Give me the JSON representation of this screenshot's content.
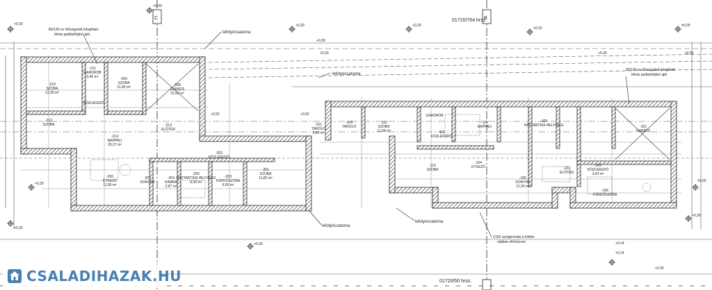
{
  "watermark": {
    "text": "CSALADIHAZAK.HU",
    "color": "#4a7fb0"
  },
  "parcels": {
    "top": "01720/764 hrsz.",
    "bottom": "01720/50 hrsz."
  },
  "notes": {
    "ladder_left_1": "80/120-es Hőszigetelt lehajtható",
    "ladder_left_2": "létrás padlásfeljáró ajtó",
    "ladder_right_1": "80/120-es Hőszigetelt lehajtható",
    "ladder_right_2": "létrás padlásfeljáró ajtó",
    "gutter": "lefolyócsatorna",
    "culvert_1": "Σ160 aszlgerenda a födém",
    "culvert_2": "síjában elhelyezve"
  },
  "axes": {
    "c": "C",
    "b": "B"
  },
  "elevations": {
    "e1": "+0,30",
    "e2": "+0,30",
    "e3": "+0,20",
    "e4": "+0,15",
    "e5": "±0,00",
    "e6": "+0,30",
    "e7": "+0,30",
    "e8": "+0,30",
    "e9": "+0,30",
    "e10": "±0,00",
    "e11": "+0,52",
    "e12": "+0,52",
    "e13": "+0,14",
    "e14": "+0,14",
    "e15": "+0,30",
    "e16": "+0,30",
    "e17": "+0,30",
    "e18": "+0,30",
    "e19": "+0,30",
    "e20": "±0,00"
  },
  "rooms": {
    "r1": {
      "no": "-211",
      "name": "GARDRÓB",
      "area": "3,40 m²"
    },
    "r2": {
      "no": "-210",
      "name": "SZOBA",
      "area": "13,35 m²"
    },
    "r3": {
      "no": "-209",
      "name": "SZOBA",
      "area": "11,90 m²"
    },
    "r4": {
      "no": "-208",
      "name": "GARÁZS",
      "area": "22,50 m²"
    },
    "r5": {
      "no": "",
      "name": "KÖZLEKEDŐ",
      "area": ""
    },
    "r6": {
      "no": "-212",
      "name": "SZOBA",
      "area": ""
    },
    "r7": {
      "no": "-214",
      "name": "NAPPALI",
      "area": "30,27 m²"
    },
    "r8": {
      "no": "-213",
      "name": "ELŐTÉR",
      "area": ""
    },
    "r9": {
      "no": "-202",
      "name": "KÖZLEKEDŐ",
      "area": ""
    },
    "r10": {
      "no": "-206",
      "name": "ÉTKEZŐ",
      "area": "11,00 m²"
    },
    "r11": {
      "no": "-207",
      "name": "KONYHA",
      "area": ""
    },
    "r12": {
      "no": "-204",
      "name": "KAMRA",
      "area": "2,87 m²"
    },
    "r13": {
      "no": "-205",
      "name": "HÁZTARTÁSI HELYISÉG",
      "area": "6,30 m²"
    },
    "r14": {
      "no": "-203",
      "name": "FÜRDŐSZOBA",
      "area": "5,66 m²"
    },
    "r15": {
      "no": "-201",
      "name": "SZOBA",
      "area": "11,82 m²"
    },
    "r16": {
      "no": "-101",
      "name": "TÁROLÓ",
      "area": "5,60 m²"
    },
    "r17": {
      "no": "-109",
      "name": "TÁROLÓ",
      "area": ""
    },
    "r18": {
      "no": "-112",
      "name": "SZOBA",
      "area": "11,04 m²"
    },
    "r19": {
      "no": "",
      "name": "GARDRÓB",
      "area": ""
    },
    "r20": {
      "no": "-111",
      "name": "KÖZLEKEDŐ",
      "area": ""
    },
    "r21": {
      "no": "-116",
      "name": "NAPPALI",
      "area": ""
    },
    "r22": {
      "no": "-104",
      "name": "ÉTKEZŐ",
      "area": ""
    },
    "r23": {
      "no": "-110",
      "name": "SZOBA",
      "area": ""
    },
    "r24": {
      "no": "-108",
      "name": "HÁZTARTÁSI HELYISÉG",
      "area": ""
    },
    "r25": {
      "no": "-105",
      "name": "KONYHA",
      "area": "11,34 m²"
    },
    "r26": {
      "no": "-101",
      "name": "ELŐTÉR",
      "area": ""
    },
    "r27": {
      "no": "-102",
      "name": "KÖZLEKEDŐ",
      "area": "3,64 m²"
    },
    "r28": {
      "no": "-115",
      "name": "GARÁZS",
      "area": ""
    },
    "r29": {
      "no": "-106",
      "name": "FÜRDŐSZOBA",
      "area": ""
    }
  }
}
